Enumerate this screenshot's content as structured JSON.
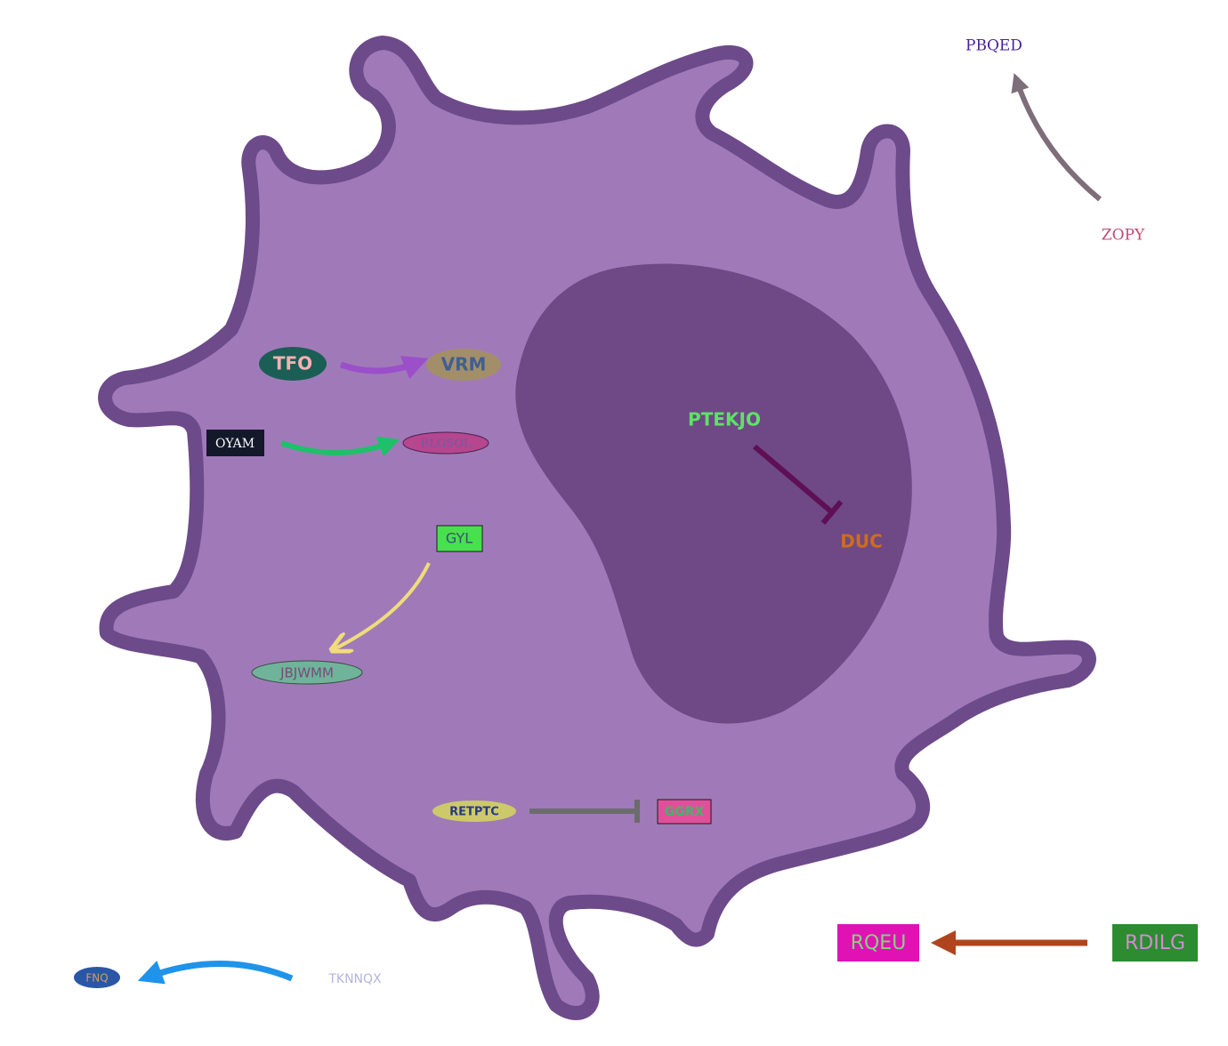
{
  "colors": {
    "cytoplasm_fill": "#a07ab8",
    "membrane_stroke": "#6d4a8a",
    "nucleus_fill": "#6f4886",
    "background": "#ffffff"
  },
  "nodes": {
    "tfo": {
      "label": "TFO",
      "shape": "ellipse",
      "fill": "#1b5e55",
      "text": "#f2b2b2"
    },
    "vrm": {
      "label": "VRM",
      "shape": "ellipse",
      "fill": "#a38e6a",
      "text": "#3f5f92"
    },
    "oyam": {
      "label": "OYAM",
      "shape": "rect",
      "fill": "#13182b",
      "text": "#ffffff"
    },
    "rlgsol": {
      "label": "RLGSOL",
      "shape": "ellipse",
      "fill": "#b6468e",
      "text": "#6f5aa8"
    },
    "gyl": {
      "label": "GYL",
      "shape": "rect",
      "fill": "#49e04f",
      "text": "#3a4f78"
    },
    "jbjwmm": {
      "label": "JBJWMM",
      "shape": "ellipse",
      "fill": "#6fb39a",
      "text": "#7a4a7a"
    },
    "ptekjo": {
      "label": "PTEKJO",
      "shape": "text",
      "fill": "none",
      "text": "#5ee266"
    },
    "duc": {
      "label": "DUC",
      "shape": "text",
      "fill": "none",
      "text": "#cc6e1a"
    },
    "retptc": {
      "label": "RETPTC",
      "shape": "ellipse",
      "fill": "#cdc96a",
      "text": "#253a86"
    },
    "ggrx": {
      "label": "GGRX",
      "shape": "rect",
      "fill": "#e0509a",
      "text": "#43b56a"
    },
    "pbqed": {
      "label": "PBQED",
      "shape": "text",
      "fill": "none",
      "text": "#4a1f9a"
    },
    "zopy": {
      "label": "ZOPY",
      "shape": "text",
      "fill": "none",
      "text": "#c04a74"
    },
    "rqeu": {
      "label": "RQEU",
      "shape": "rect",
      "fill": "#e012b4",
      "text": "#7fd67a"
    },
    "rdilg": {
      "label": "RDILG",
      "shape": "rect",
      "fill": "#2c8c2f",
      "text": "#d48ad8"
    },
    "fnq": {
      "label": "FNQ",
      "shape": "ellipse",
      "fill": "#2a56a8",
      "text": "#c7a25e"
    },
    "tknnqx": {
      "label": "TKNNQX",
      "shape": "text",
      "fill": "none",
      "text": "#b4b4dc"
    }
  },
  "edges": [
    {
      "from": "TFO",
      "to": "VRM",
      "type": "activation",
      "color": "#9b4fc9"
    },
    {
      "from": "OYAM",
      "to": "RLGSOL",
      "type": "activation",
      "color": "#1ec06a"
    },
    {
      "from": "GYL",
      "to": "JBJWMM",
      "type": "activation",
      "color": "#f0dc7a"
    },
    {
      "from": "PTEKJO",
      "to": "DUC",
      "type": "inhibition",
      "color": "#5e0f55"
    },
    {
      "from": "RETPTC",
      "to": "GGRX",
      "type": "inhibition",
      "color": "#6c6c6c"
    },
    {
      "from": "ZOPY",
      "to": "PBQED",
      "type": "activation",
      "color": "#7e6e7a"
    },
    {
      "from": "RDILG",
      "to": "RQEU",
      "type": "activation",
      "color": "#b0441e"
    },
    {
      "from": "TKNNQX",
      "to": "FNQ",
      "type": "activation",
      "color": "#1f93ea"
    }
  ]
}
